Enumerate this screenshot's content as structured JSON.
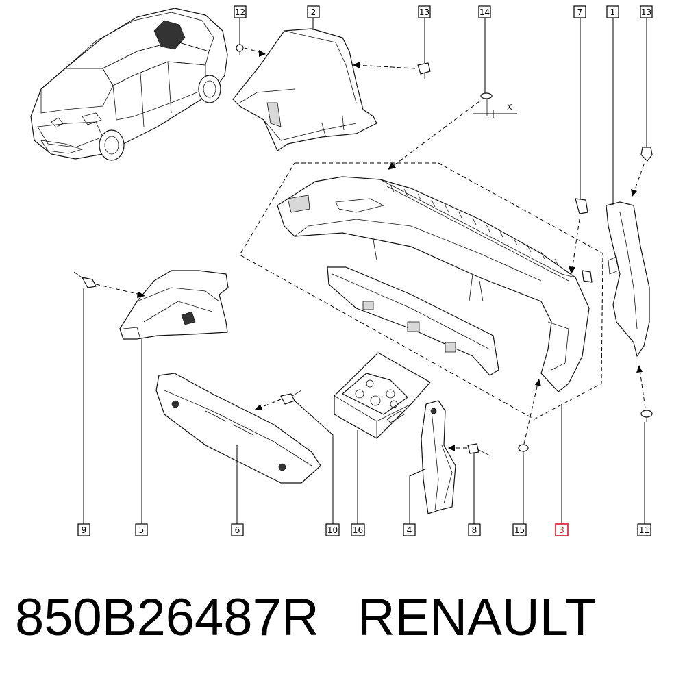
{
  "footer": {
    "part_number": "850B26487R",
    "brand": "RENAULT"
  },
  "callouts": {
    "c12": "12",
    "c2": "2",
    "c13a": "13",
    "c14": "14",
    "c7": "7",
    "c1": "1",
    "c13b": "13",
    "c9": "9",
    "c5": "5",
    "c6": "6",
    "c10": "10",
    "c16": "16",
    "c4": "4",
    "c8": "8",
    "c15": "15",
    "c3": "3",
    "c11": "11"
  },
  "highlighted_callout": "3",
  "highlight_color": "#d9142b",
  "axis_marker": "X"
}
